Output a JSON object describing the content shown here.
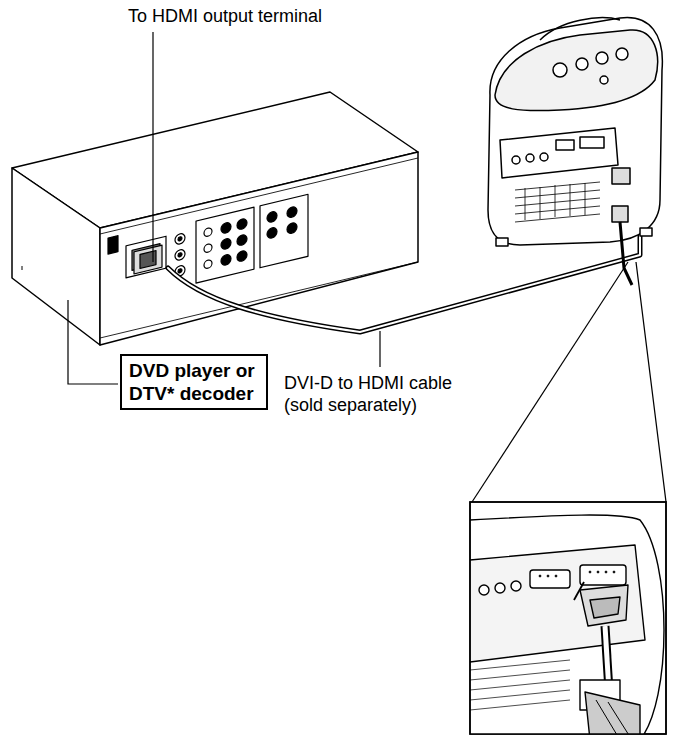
{
  "diagram": {
    "nodes": [
      {
        "text": [
          "DVD player or DTV* decoder"
        ]
      }
    ],
    "labels": [
      "To HDMI output terminal",
      "DVI-D to HDMI cable (sold separately)"
    ]
  }
}
